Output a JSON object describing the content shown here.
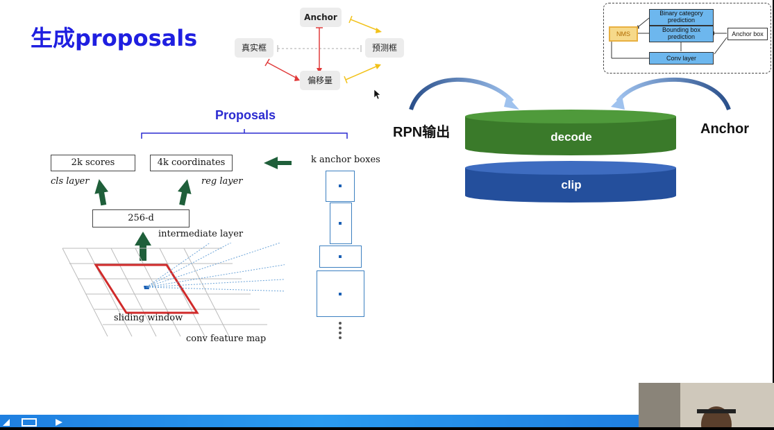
{
  "slide_title": "生成proposals",
  "offset_diagram": {
    "anchor": "Anchor",
    "truth_box": "真实框",
    "pred_box": "预测框",
    "offset": "偏移量"
  },
  "rpn_figure": {
    "proposals_label": "Proposals",
    "cls_box": "2k scores",
    "reg_box": "4k coordinates",
    "cls_layer": "cls layer",
    "reg_layer": "reg layer",
    "anchor_boxes": "k anchor boxes",
    "intermediate_box": "256-d",
    "intermediate_layer": "intermediate layer",
    "sliding_window": "sliding window",
    "feature_map": "conv feature map"
  },
  "pipeline": {
    "rpn_output": "RPN输出",
    "anchor": "Anchor",
    "decode": "decode",
    "clip": "clip",
    "decode_color": "#3a7a2a",
    "clip_color": "#244f9c"
  },
  "inset": {
    "binary_cat": "Binary category prediction",
    "bbox_pred": "Bounding box prediction",
    "nms": "NMS",
    "anchor_box": "Anchor box",
    "conv_layer": "Conv layer"
  }
}
